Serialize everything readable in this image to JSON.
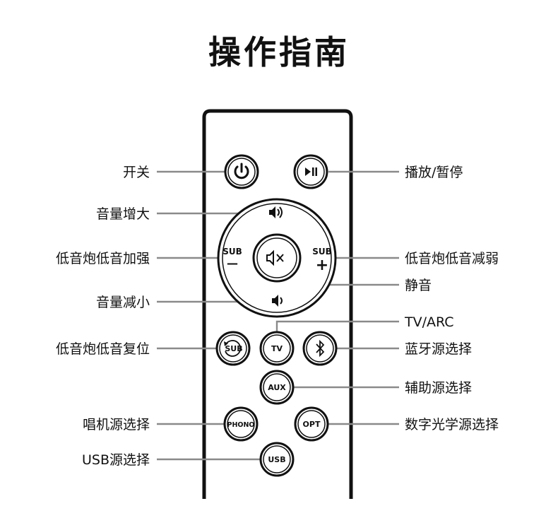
{
  "title": "操作指南",
  "labels": {
    "power": "开关",
    "play_pause": "播放/暂停",
    "vol_up": "音量增大",
    "sub_down": "低音炮低音加强",
    "sub_up": "低音炮低音减弱",
    "mute": "静音",
    "vol_down": "音量减小",
    "tv_arc": "TV/ARC",
    "sub_reset": "低音炮低音复位",
    "bluetooth": "蓝牙源选择",
    "aux": "辅助源选择",
    "phono": "唱机源选择",
    "opt": "数字光学源选择",
    "usb": "USB源选择"
  },
  "buttons": {
    "sub_reset": "SUB",
    "tv": "TV",
    "aux": "AUX",
    "phono": "PHONO",
    "opt": "OPT",
    "usb": "USB",
    "sub_left_top": "SUB",
    "sub_left_sign": "—",
    "sub_right_top": "SUB",
    "sub_right_sign": "+"
  }
}
